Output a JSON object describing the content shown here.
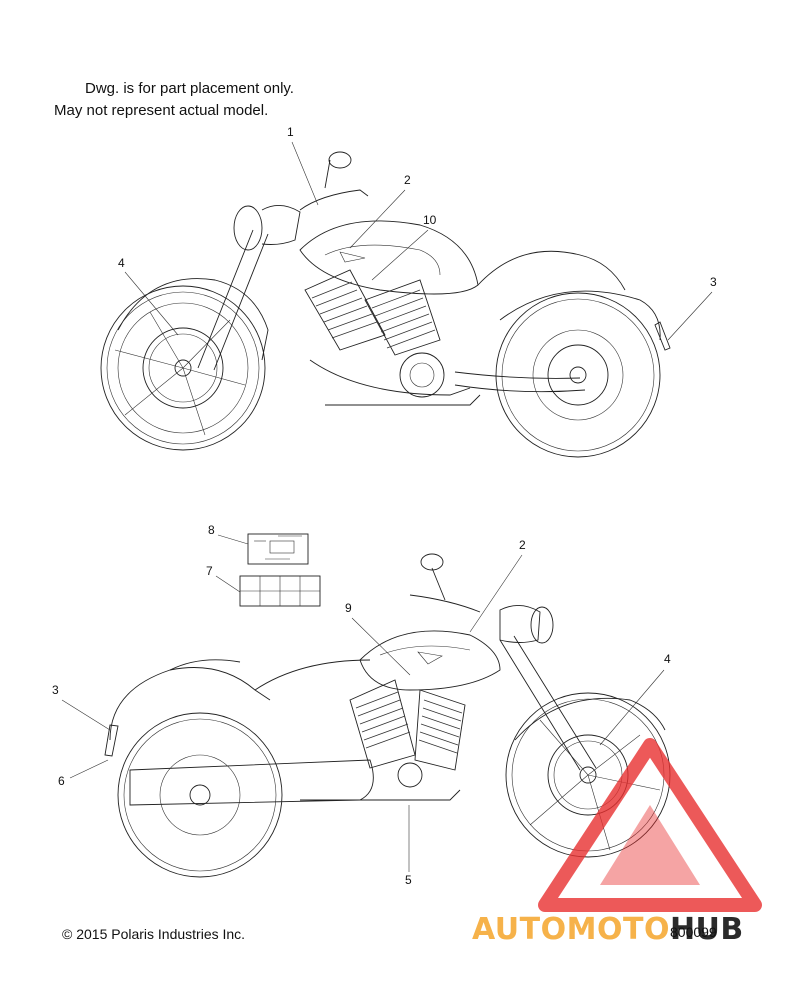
{
  "notes": {
    "line1": "Dwg. is for part placement only.",
    "line2": "May not represent actual model."
  },
  "callouts": {
    "top": [
      "1",
      "2",
      "10",
      "4",
      "3"
    ],
    "bottom": [
      "8",
      "7",
      "2",
      "9",
      "4",
      "3",
      "6",
      "5"
    ]
  },
  "copyright": "© 2015 Polaris Industries Inc.",
  "drawing_number": "800099",
  "watermark": {
    "part1": "AUTOMOTO",
    "part2": "HUB"
  },
  "colors": {
    "line": "#222222",
    "watermark_orange": "#f6b24a",
    "watermark_red": "#e83030"
  }
}
